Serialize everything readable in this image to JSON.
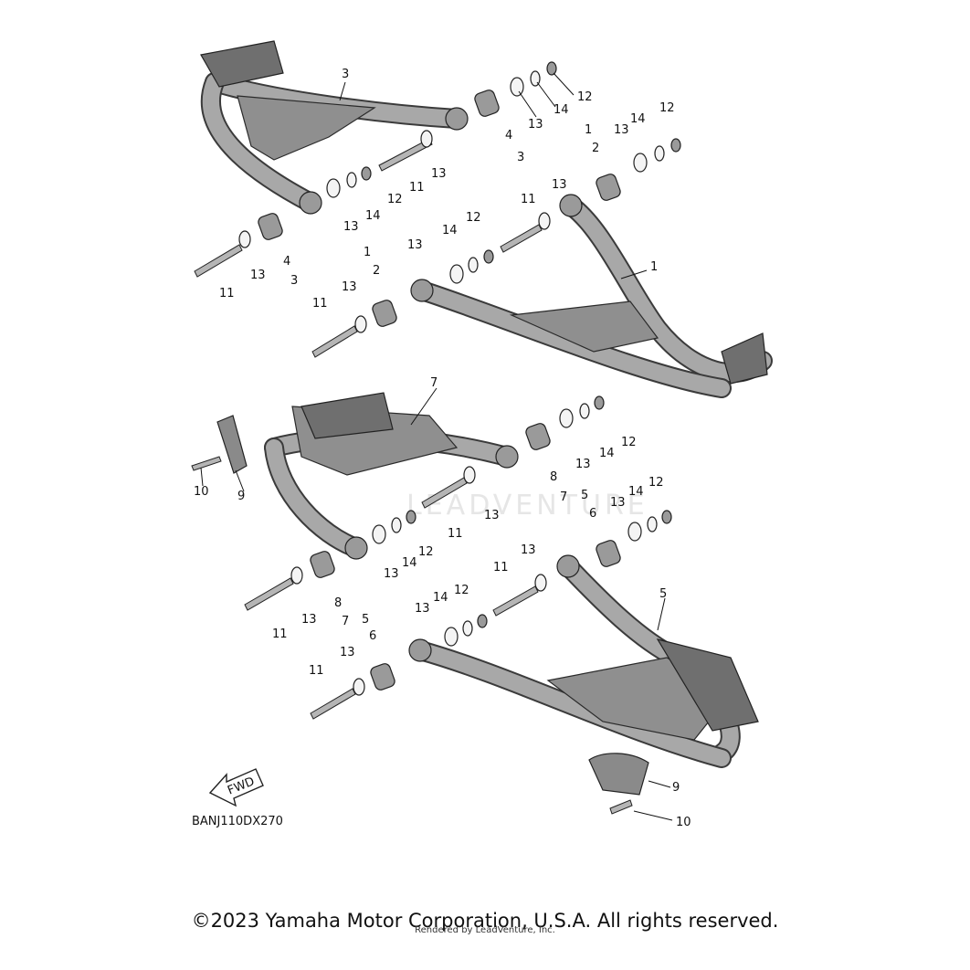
{
  "diagram": {
    "code": "BANJ110DX270",
    "fwd_label": "FWD",
    "watermark": "LEADVENTURE",
    "copyright": "©2023 Yamaha Motor Corporation, U.S.A. All rights reserved.",
    "rendered_by": "Rendered by LeadVenture, Inc."
  },
  "callouts": {
    "n1": "1",
    "n2": "2",
    "n3": "3",
    "n4": "4",
    "n5": "5",
    "n6": "6",
    "n7": "7",
    "n8": "8",
    "n9": "9",
    "n10": "10",
    "n11": "11",
    "n12": "12",
    "n13": "13",
    "n14": "14"
  },
  "colors": {
    "part_gray": "#8f8f8f",
    "outline": "#222222"
  }
}
